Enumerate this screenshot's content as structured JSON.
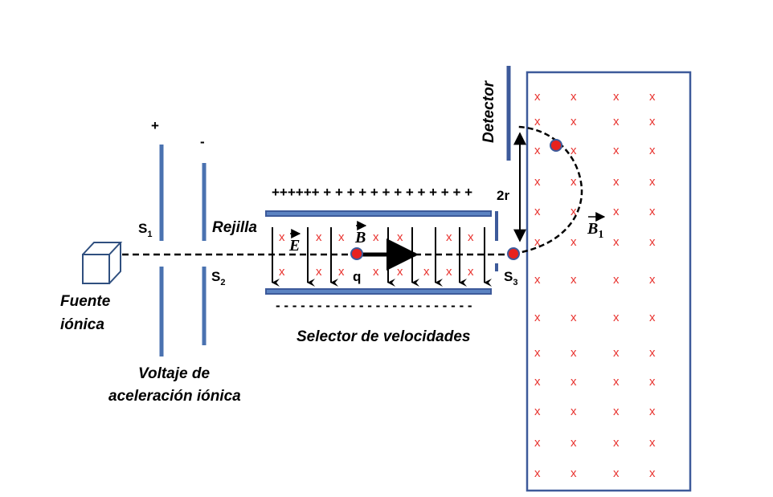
{
  "labels": {
    "source_line1": "Fuente",
    "source_line2": "iónica",
    "plus": "+",
    "minus": "-",
    "s1": "S",
    "s1_sub": "1",
    "s2": "S",
    "s2_sub": "2",
    "grid": "Rejilla",
    "voltage_line1": "Voltaje de",
    "voltage_line2": "aceleración iónica",
    "selector": "Selector de velocidades",
    "top_plate_charges": "++++++ + + + + + + + + + + + + +",
    "bottom_plate_charges": "- - - - - - - - - - - - - - - - - - - - - - - -",
    "e_field": "E",
    "b_field": "B",
    "charge": "q",
    "s3": "S",
    "s3_sub": "3",
    "detector": "Detector",
    "diameter": "2r",
    "b1": "B",
    "b1_sub": "1",
    "field_mark": "x"
  },
  "colors": {
    "plate": "#4a72b0",
    "particle": "#e8221e",
    "particle_outline": "#3d5a9a",
    "field_mark": "#e8332f",
    "box": "#2f4f7f"
  }
}
